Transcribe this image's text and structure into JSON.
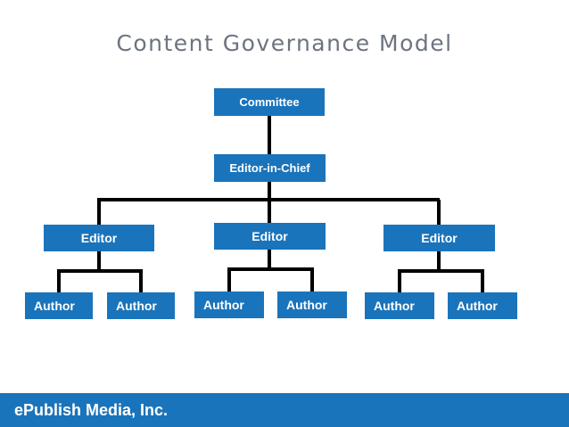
{
  "title": "Content Governance Model",
  "nodes": {
    "committee": "Committee",
    "editor_in_chief": "Editor-in-Chief",
    "editors": [
      "Editor",
      "Editor",
      "Editor"
    ],
    "authors": [
      "Author",
      "Author",
      "Author",
      "Author",
      "Author",
      "Author"
    ]
  },
  "footer": {
    "company": "ePublish Media, Inc."
  },
  "colors": {
    "box": "#1a74bb",
    "title": "#6d7480",
    "line": "#000000"
  }
}
